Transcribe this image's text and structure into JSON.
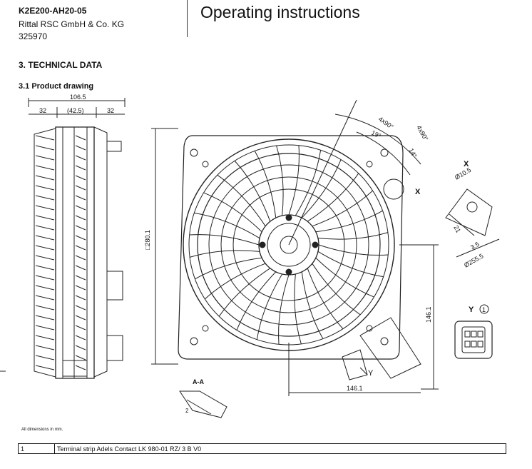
{
  "header": {
    "doc_code": "K2E200-AH20-05",
    "company": "Rittal RSC GmbH & Co. KG",
    "part_number": "325970",
    "title": "Operating instructions"
  },
  "sections": {
    "technical_data": "3. TECHNICAL DATA",
    "product_drawing": "3.1 Product drawing"
  },
  "drawing": {
    "dim_total_width": "106.5",
    "dim_left": "32",
    "dim_middle": "(42.5)",
    "dim_right": "32",
    "dim_square": "□280.1",
    "dim_146_vertical": "146.1",
    "dim_146_horizontal": "146.1",
    "angle_4x90_a": "4x90°",
    "angle_4x90_b": "4x90°",
    "angle_19": "19°",
    "angle_14": "14°",
    "label_x_main": "X",
    "label_x_detail": "X",
    "dim_hole": "Ø10.5",
    "dim_21": "21",
    "dim_3_5": "3.5",
    "dim_circle": "Ø255.5",
    "label_y_view": "Y",
    "label_y_circle": "1",
    "label_y_arrow": "Y",
    "section_label": "A-A",
    "section_dim": "2"
  },
  "footnote": "All dimensions in mm.",
  "terminal_table": {
    "rows": [
      {
        "num": "1",
        "desc": "Terminal strip Adels Contact LK 980-01 RZ/ 3 B V0"
      }
    ]
  }
}
